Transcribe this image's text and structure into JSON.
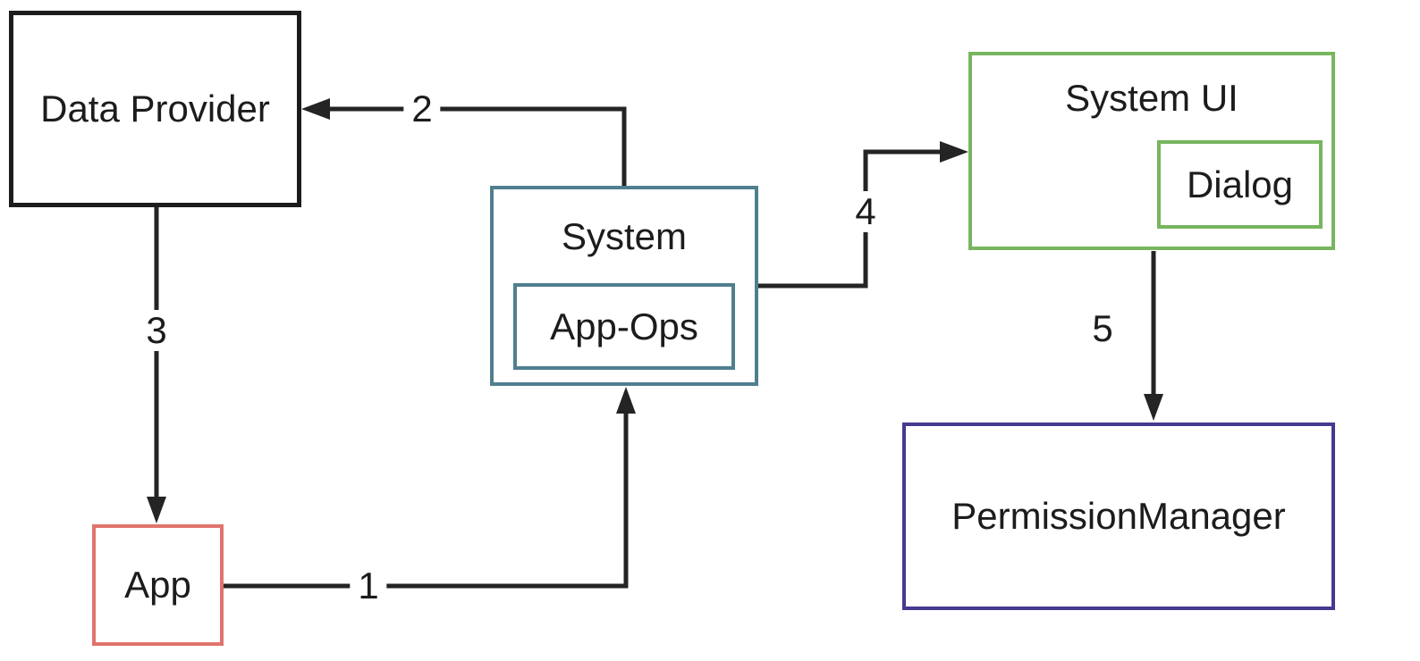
{
  "diagram": {
    "background": "#ffffff",
    "arrow_color": "#242424",
    "text_color": "#1c1c1c",
    "nodes": {
      "data_provider": {
        "label": "Data Provider",
        "border_color": "#1c1c1c"
      },
      "app": {
        "label": "App",
        "border_color": "#e0746c"
      },
      "system": {
        "label": "System",
        "border_color": "#4f7f8f"
      },
      "app_ops": {
        "label": "App-Ops",
        "border_color": "#4f7f8f"
      },
      "system_ui": {
        "label": "System UI",
        "border_color": "#77b55e"
      },
      "dialog": {
        "label": "Dialog",
        "border_color": "#77b55e"
      },
      "permission_manager": {
        "label": "PermissionManager",
        "border_color": "#443a8f"
      }
    },
    "edges": [
      {
        "label": "1",
        "from": "App",
        "to": "System"
      },
      {
        "label": "2",
        "from": "System",
        "to": "Data Provider"
      },
      {
        "label": "3",
        "from": "Data Provider",
        "to": "App"
      },
      {
        "label": "4",
        "from": "System",
        "to": "System UI"
      },
      {
        "label": "5",
        "from": "System UI",
        "to": "PermissionManager"
      }
    ]
  }
}
